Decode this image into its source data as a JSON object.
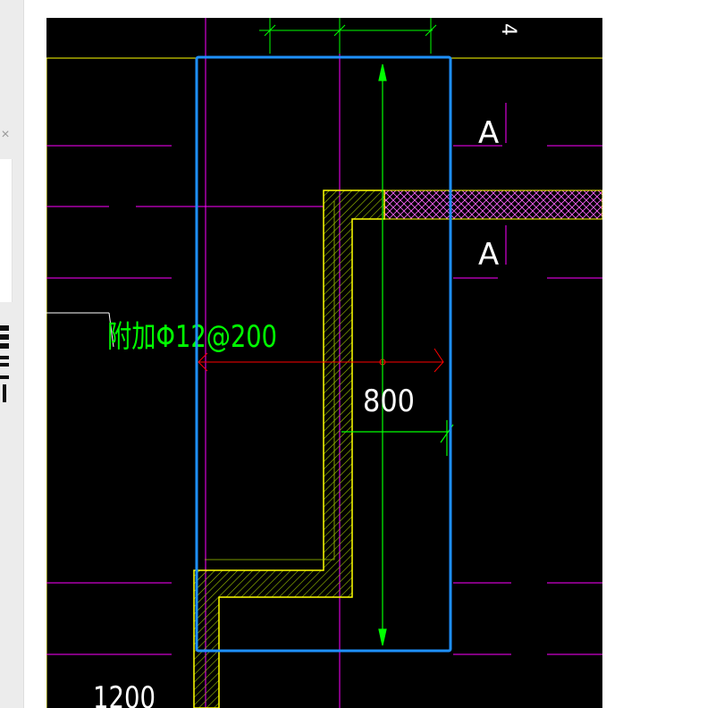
{
  "ui": {
    "close_glyph": "×",
    "icons": [
      "close-icon",
      "grid-icon"
    ]
  },
  "drawing": {
    "section_labels": [
      "A",
      "A"
    ],
    "rebar_note": "附加Φ12@200",
    "dimension_vertical_label": "800",
    "dimension_bottom_label": "1200",
    "top_right_glyph": "4"
  },
  "colors": {
    "canvas_bg": "#000000",
    "selection": "#1e90ff",
    "green": "#00ff00",
    "magenta": "#ff00ff",
    "yellow": "#ffff00",
    "red": "#ff0000",
    "white": "#ffffff",
    "hatch": "#a0c800"
  }
}
